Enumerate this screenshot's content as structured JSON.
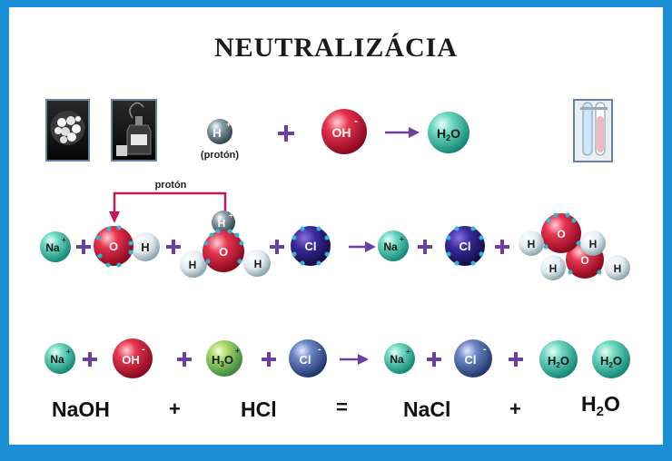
{
  "title": "NEUTRALIZÁCIA",
  "colors": {
    "background_border": "#1a8fd6",
    "plus": "#6a3fa0",
    "arrow": "#6a3fa0",
    "proton_arrow": "#c0185a",
    "dots": "#2fb6d8"
  },
  "icons": [
    "photo-white-crystals",
    "photo-reagent-bottle",
    "photo-test-tubes"
  ],
  "row1": {
    "h_label": "H",
    "h_charge": "+",
    "h_caption": "(protón)",
    "oh_label": "OH",
    "oh_charge": "-",
    "water_label": "H",
    "water_sub": "2",
    "water_tail": "O"
  },
  "row2": {
    "proton_label": "protón",
    "na": "Na",
    "plus_charge": "+",
    "minus_charge": "-",
    "o": "O",
    "h": "H",
    "cl": "Cl"
  },
  "row3": {
    "na": "Na",
    "oh": "OH",
    "h3o_h": "H",
    "h3o_sub": "3",
    "h3o_o": "O",
    "cl": "Cl",
    "h2o_h": "H",
    "h2o_sub": "2",
    "h2o_o": "O",
    "plus_charge": "+",
    "minus_charge": "-"
  },
  "equation": {
    "naoh": "NaOH",
    "plus": "+",
    "hcl": "HCl",
    "equals": "=",
    "nacl": "NaCl",
    "h2o_h": "H",
    "h2o_sub": "2",
    "h2o_o": "O"
  }
}
